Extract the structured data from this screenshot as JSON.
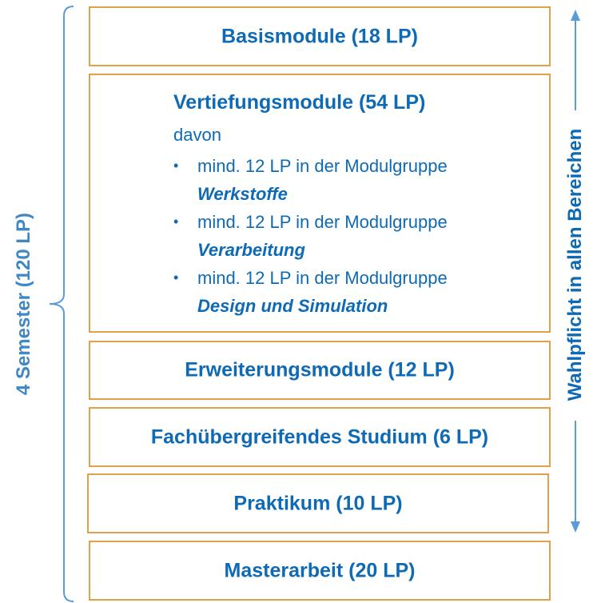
{
  "semester_label": "4 Semester (120 LP)",
  "right_label": "Wahlpflicht in allen Bereichen",
  "modules": {
    "basis": "Basismodule (18 LP)",
    "vertiefung": {
      "title": "Vertiefungsmodule (54 LP)",
      "subtitle": "davon",
      "items": [
        {
          "text": "mind. 12 LP in der Modulgruppe",
          "group": "Werkstoffe"
        },
        {
          "text": "mind. 12 LP in der Modulgruppe",
          "group": "Verarbeitung"
        },
        {
          "text": "mind. 12 LP in der Modulgruppe",
          "group": "Design und Simulation"
        }
      ]
    },
    "erweiterung": "Erweiterungsmodule (12 LP)",
    "fachuebergreifend": "Fachübergreifendes Studium (6 LP)",
    "praktikum": "Praktikum (10 LP)",
    "masterarbeit": "Masterarbeit (20 LP)"
  },
  "colors": {
    "text": "#0e6ab4",
    "border": "#e2a049",
    "brace": "#5b9bd5"
  }
}
